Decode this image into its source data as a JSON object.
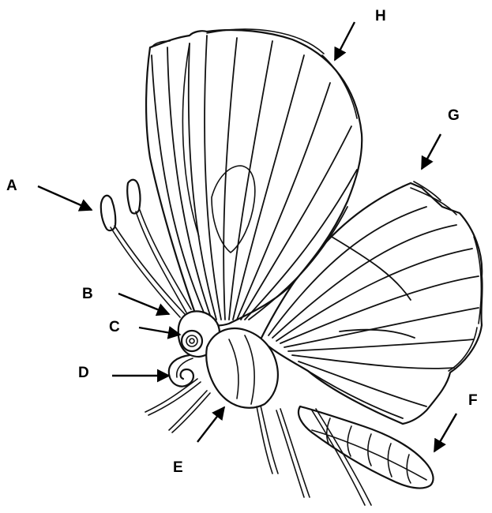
{
  "diagram": {
    "subject": "butterfly",
    "labels": {
      "A": "A",
      "B": "B",
      "C": "C",
      "D": "D",
      "E": "E",
      "F": "F",
      "G": "G",
      "H": "H"
    }
  }
}
